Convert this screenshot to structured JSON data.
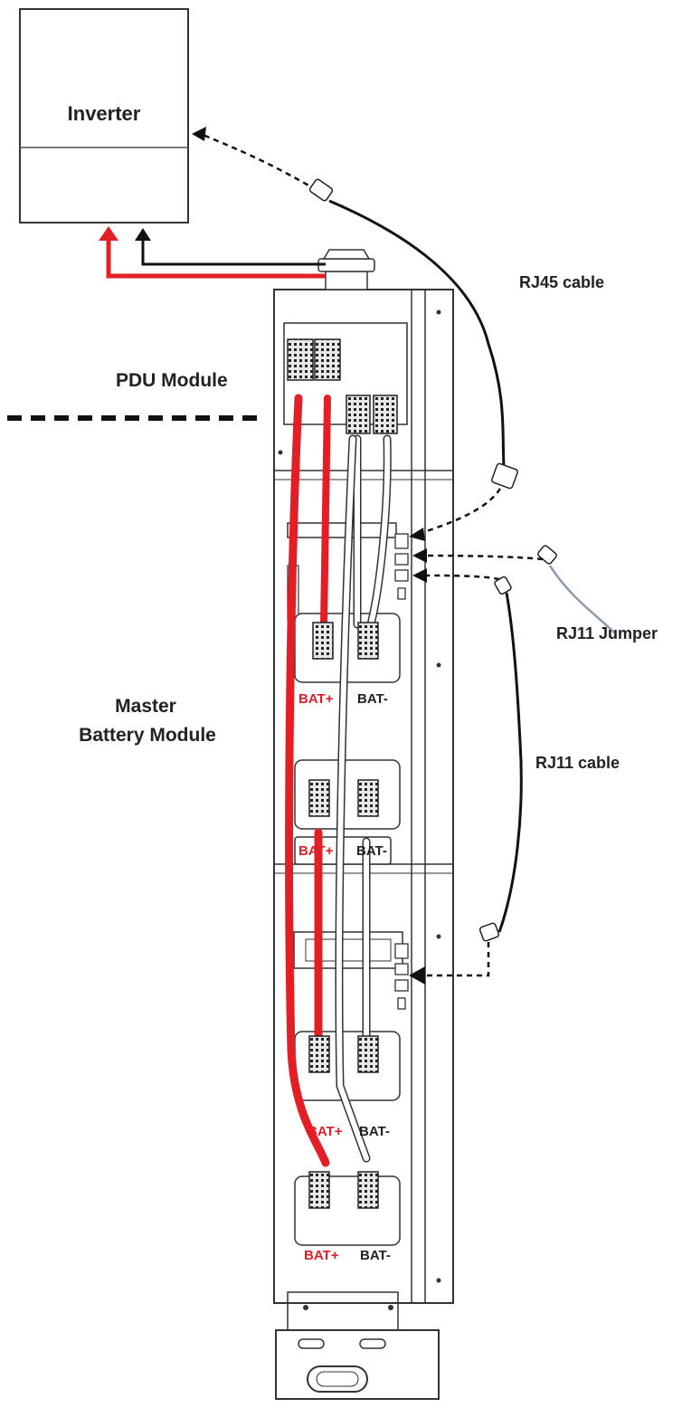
{
  "labels": {
    "inverter": "Inverter",
    "pdu_module": "PDU Module",
    "master_line1": "Master",
    "master_line2": "Battery Module",
    "rj45_cable": "RJ45 cable",
    "rj11_jumper": "RJ11 Jumper",
    "rj11_cable": "RJ11 cable"
  },
  "terminals": [
    {
      "pos": "BAT+",
      "neg": "BAT-"
    },
    {
      "pos": "BAT+",
      "neg": "BAT-"
    },
    {
      "pos": "BAT+",
      "neg": "BAT-"
    },
    {
      "pos": "BAT+",
      "neg": "BAT-"
    }
  ],
  "colors": {
    "positive": "#e31e24",
    "negative": "#222222",
    "outline": "#333333",
    "white_cable": "#ffffff"
  },
  "icons": [
    "arrow-icon",
    "rj45-plug-icon",
    "rj11-plug-icon",
    "connector-icon"
  ]
}
